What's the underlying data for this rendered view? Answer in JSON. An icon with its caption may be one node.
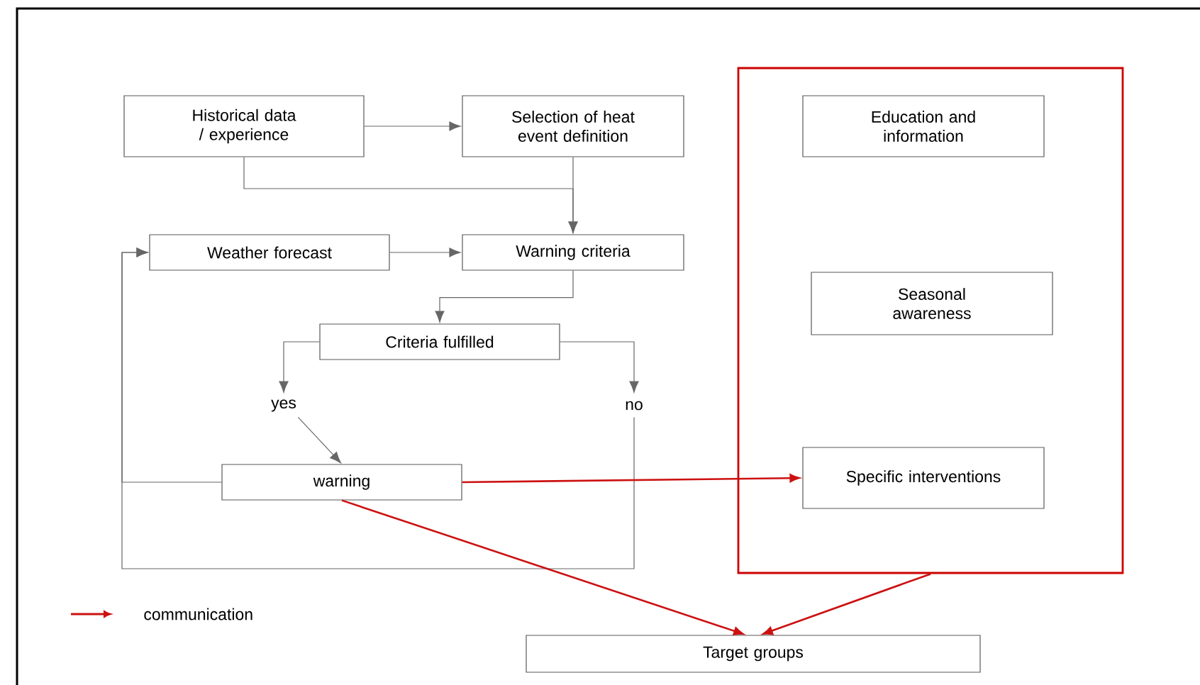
{
  "diagram": {
    "nodes": [
      {
        "text": [
          "Historical data / experience"
        ]
      },
      {
        "text": [
          "Selection of heat event definition"
        ]
      },
      {
        "text": [
          "Weather forecast"
        ]
      },
      {
        "text": [
          "Warning criteria"
        ]
      },
      {
        "text": [
          "Criteria fulfilled"
        ]
      },
      {
        "text": [
          "yes"
        ]
      },
      {
        "text": [
          "no"
        ]
      },
      {
        "text": [
          "warning"
        ]
      },
      {
        "text": [],
        "shape": "box"
      },
      {
        "text": [
          "Education and information"
        ],
        "in": 8
      },
      {
        "text": [
          "Seasonal awareness"
        ],
        "in": 8
      },
      {
        "text": [
          "Specific interventions"
        ],
        "in": 8
      },
      {
        "text": [
          "Target groups"
        ]
      }
    ],
    "edges": [
      {
        "from": 0,
        "to": 1,
        "arrow": "to"
      },
      {
        "from": 0,
        "to": 3,
        "arrow": "to"
      },
      {
        "from": 1,
        "to": 3,
        "arrow": "to"
      },
      {
        "from": 2,
        "to": 3,
        "arrow": "to"
      },
      {
        "from": 3,
        "to": 4,
        "arrow": "to"
      },
      {
        "from": 4,
        "to": 5,
        "arrow": "to"
      },
      {
        "from": 4,
        "to": 6,
        "arrow": "to"
      },
      {
        "from": 5,
        "to": 7,
        "arrow": "to"
      },
      {
        "from": 7,
        "to": 2,
        "arrow": "to"
      },
      {
        "from": 6,
        "to": 2,
        "arrow": "to"
      },
      {
        "from": 7,
        "to": 11,
        "arrow": "to",
        "color": "#cc1111"
      },
      {
        "from": 7,
        "to": 12,
        "arrow": "to",
        "color": "#cc1111"
      },
      {
        "from": 8,
        "to": 12,
        "arrow": "to",
        "color": "#cc1111"
      }
    ],
    "legend": [
      {
        "text": "communication"
      }
    ]
  }
}
